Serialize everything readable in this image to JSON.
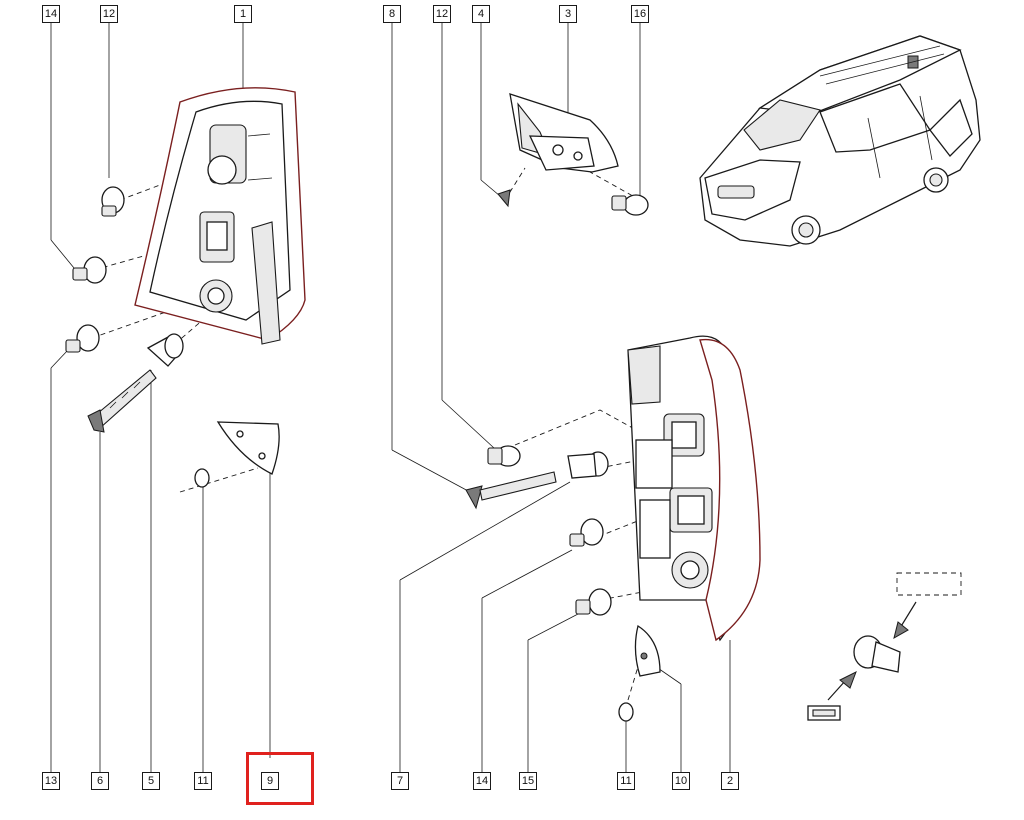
{
  "callouts": [
    {
      "id": "c-top-14",
      "label": "14"
    },
    {
      "id": "c-top-12a",
      "label": "12"
    },
    {
      "id": "c-top-1",
      "label": "1"
    },
    {
      "id": "c-top-8",
      "label": "8"
    },
    {
      "id": "c-top-12b",
      "label": "12"
    },
    {
      "id": "c-top-4",
      "label": "4"
    },
    {
      "id": "c-top-3",
      "label": "3"
    },
    {
      "id": "c-top-16",
      "label": "16"
    },
    {
      "id": "c-bot-13",
      "label": "13"
    },
    {
      "id": "c-bot-6",
      "label": "6"
    },
    {
      "id": "c-bot-5",
      "label": "5"
    },
    {
      "id": "c-bot-11a",
      "label": "11"
    },
    {
      "id": "c-bot-9",
      "label": "9"
    },
    {
      "id": "c-bot-7",
      "label": "7"
    },
    {
      "id": "c-bot-14",
      "label": "14"
    },
    {
      "id": "c-bot-15",
      "label": "15"
    },
    {
      "id": "c-bot-11b",
      "label": "11"
    },
    {
      "id": "c-bot-10",
      "label": "10"
    },
    {
      "id": "c-bot-2",
      "label": "2"
    }
  ],
  "highlight": {
    "color": "#e0211e",
    "target_label": "9"
  },
  "colors": {
    "lines": "#1a1a1a",
    "lens_edge": "#7a1f1f",
    "background": "#ffffff"
  }
}
